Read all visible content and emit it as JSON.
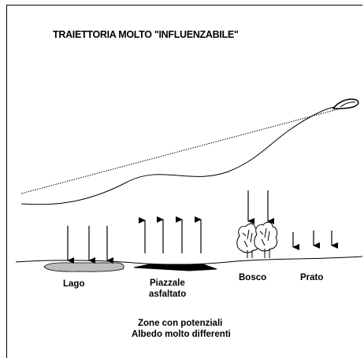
{
  "title": "TRAIETTORIA MOLTO \"INFLUENZABILE\"",
  "zones": {
    "lake": "Lago",
    "asphalt_line1": "Piazzale",
    "asphalt_line2": "asfaltato",
    "forest": "Bosco",
    "meadow": "Prato"
  },
  "caption": {
    "line1": "Zone con potenziali",
    "line2": "Albedo molto differenti"
  },
  "icons": [
    "glider-icon",
    "arrow-down-icon",
    "arrow-up-icon",
    "tree-icon"
  ]
}
